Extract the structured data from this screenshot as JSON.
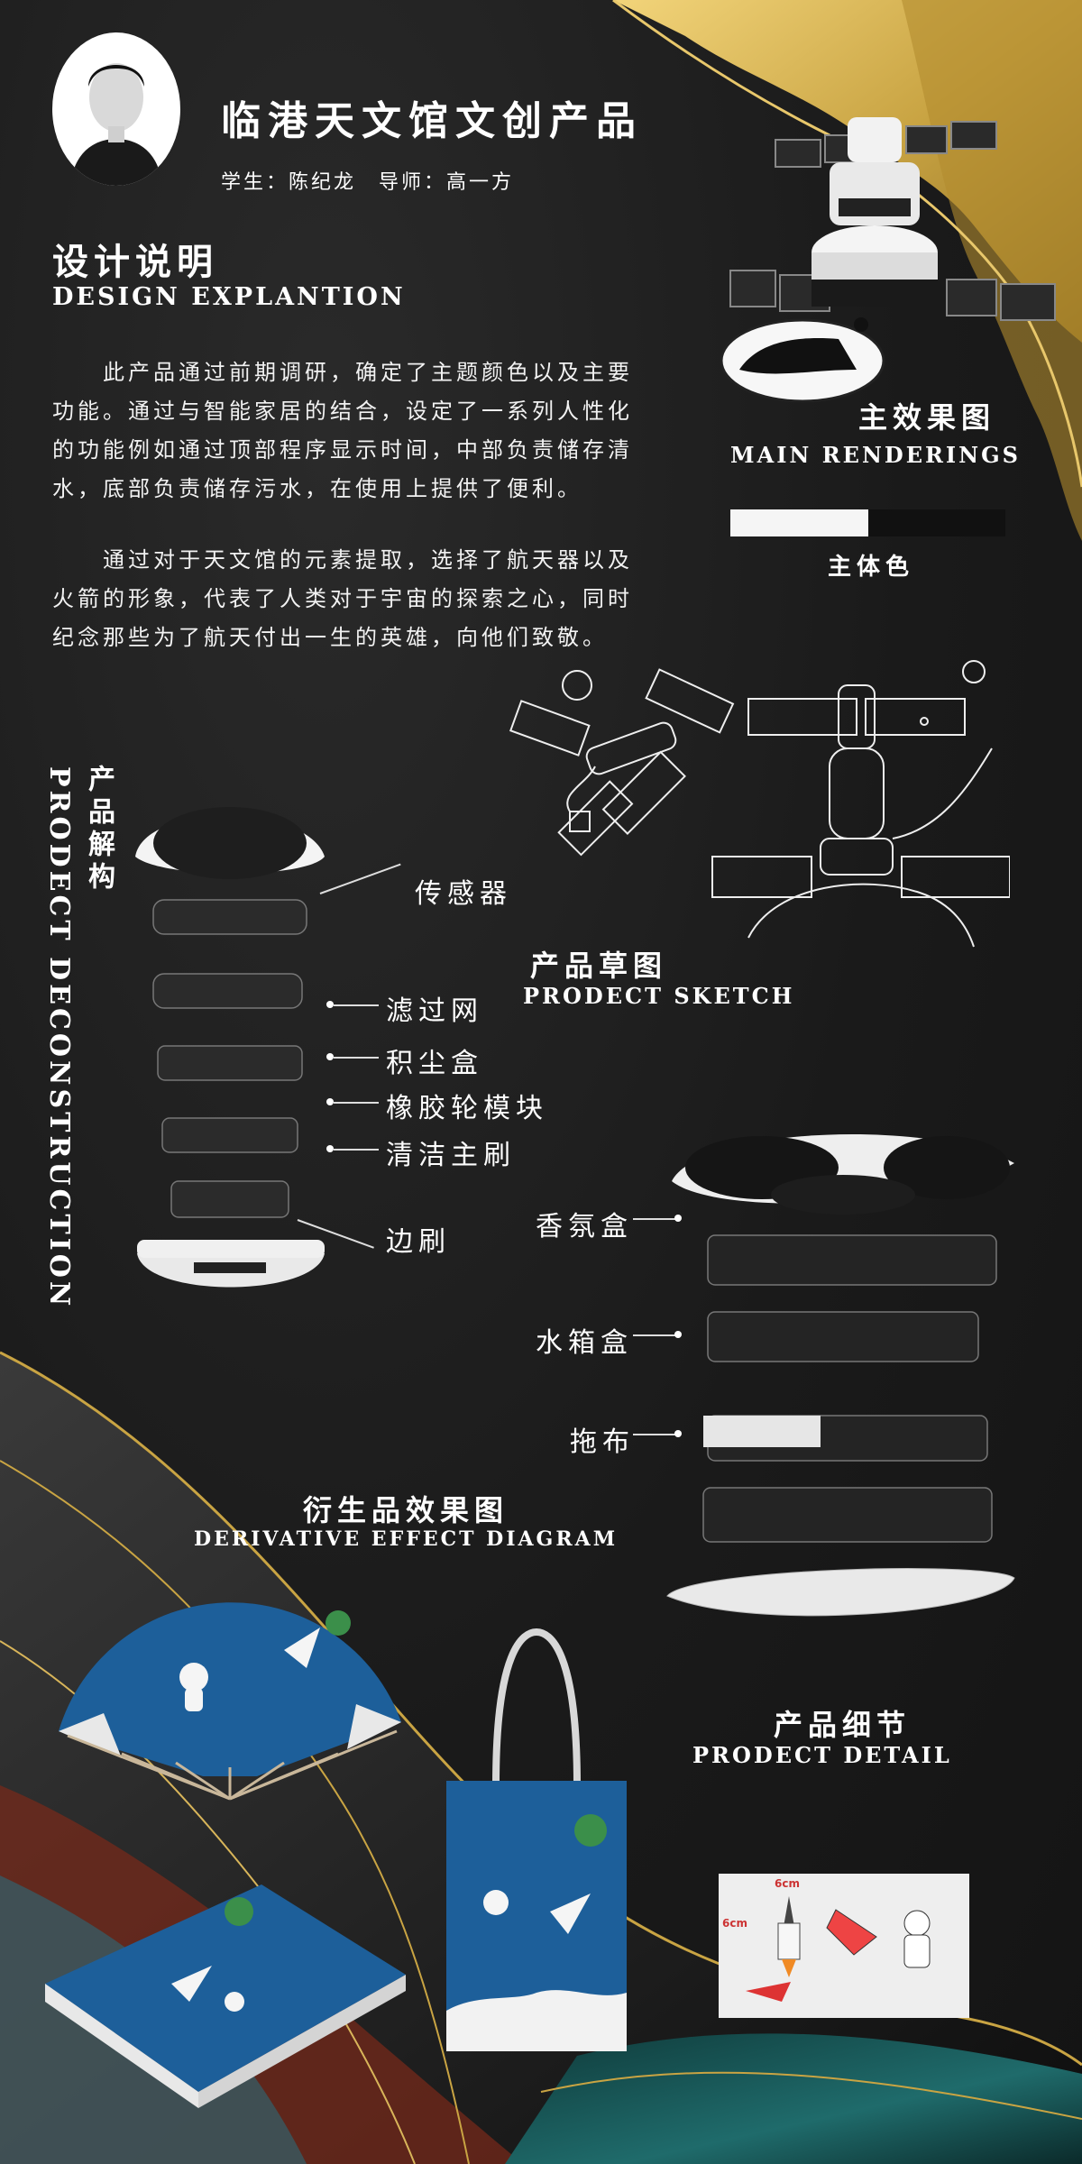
{
  "header": {
    "title": "临港天文馆文创产品",
    "credits": "学生：陈纪龙　导师：高一方"
  },
  "design": {
    "title_cn": "设计说明",
    "title_en": "DESIGN EXPLANTION",
    "para1": "　　此产品通过前期调研，确定了主题颜色以及主要功能。通过与智能家居的结合，设定了一系列人性化的功能例如通过顶部程序显示时间，中部负责储存清水，底部负责储存污水，在使用上提供了便利。",
    "para2": "　　通过对于天文馆的元素提取，选择了航天器以及火箭的形象，代表了人类对于宇宙的探索之心，同时纪念那些为了航天付出一生的英雄，向他们致敬。"
  },
  "rendering": {
    "title_cn": "主效果图",
    "title_en": "MAIN RENDERINGS",
    "color_label": "主体色",
    "colors": [
      "#f5f5f5",
      "#111111"
    ]
  },
  "sketch": {
    "title_cn": "产品草图",
    "title_en": "PRODECT SKETCH"
  },
  "deconstruction": {
    "title_cn": "产品解构",
    "title_en": "PRODECT DECONSTRUCTION",
    "labels": [
      "传感器",
      "滤过网",
      "积尘盒",
      "橡胶轮模块",
      "清洁主刷",
      "边刷"
    ]
  },
  "detail_labels": [
    "香氛盒",
    "水箱盒",
    "拖布"
  ],
  "derivative": {
    "title_cn": "衍生品效果图",
    "title_en": "DERIVATIVE EFFECT DIAGRAM"
  },
  "detail": {
    "title_cn": "产品细节",
    "title_en": "PRODECT DETAIL",
    "dim_w": "6cm",
    "dim_h": "6cm"
  },
  "palette": {
    "gold": "#c9a443",
    "deep_gold": "#8a6a1f",
    "teal": "#1f6b6b",
    "space_blue": "#1d5f9a"
  }
}
